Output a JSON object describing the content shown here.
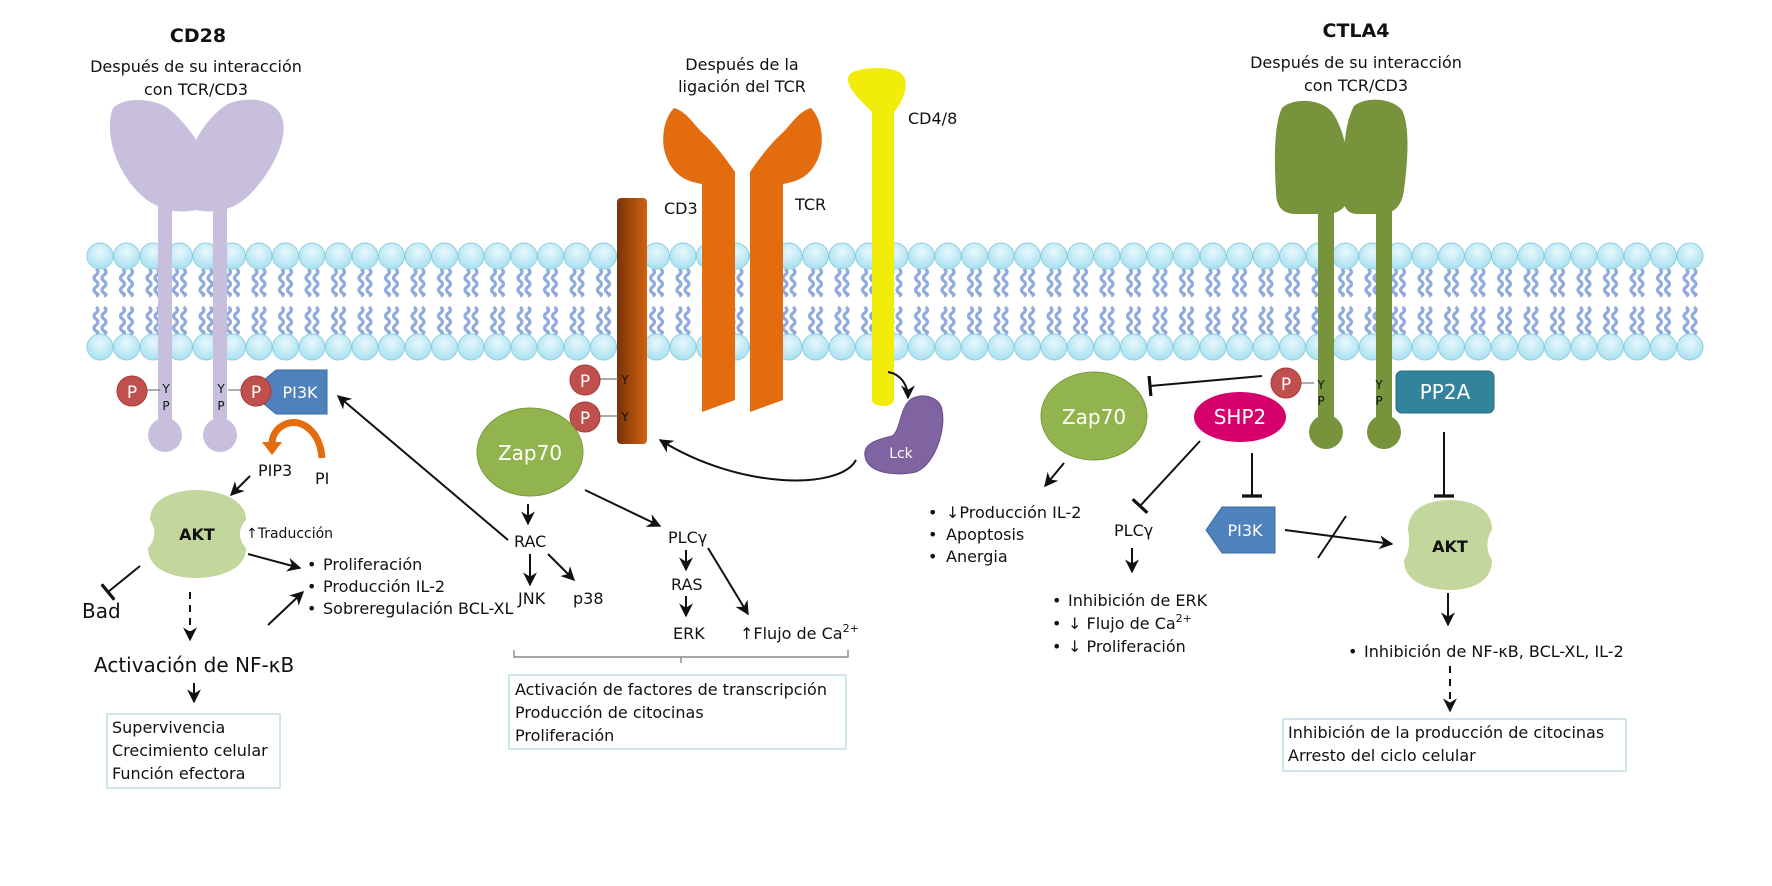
{
  "colors": {
    "cd28": "#c7bfdc",
    "tcr": "#e36c0f",
    "cd3": "#a9450d",
    "cd48": "#f2ec0a",
    "ctla4": "#77933c",
    "zap70": "#92b44f",
    "akt": "#c3d69b",
    "phospho": "#c0504d",
    "pi3k": "#4f81bd",
    "lck": "#8064a2",
    "shp2": "#d6006c",
    "pp2a": "#31849b",
    "membrane_head": "#bfeaf6",
    "membrane_tail": "#8faadc",
    "box_border": "#b9d7dc"
  },
  "cd28": {
    "title": "CD28",
    "subtitle_line1": "Después de su interacción",
    "subtitle_line2": "con TCR/CD3",
    "p_label": "P",
    "y_label": "Y",
    "yp_label": "P",
    "pi3k": "PI3K",
    "pip3": "PIP3",
    "pi": "PI",
    "akt": "AKT",
    "traduccion": "↑Traducción",
    "bad": "Bad",
    "effects": [
      "Proliferación",
      "Producción IL-2",
      "Sobreregulación BCL-XL"
    ],
    "nfkb": "Activación de NF-κB",
    "outcomes": [
      "Supervivencia",
      "Crecimiento celular",
      "Función efectora"
    ]
  },
  "tcr": {
    "subtitle_line1": "Después de la",
    "subtitle_line2": "ligación del TCR",
    "cd3": "CD3",
    "tcr": "TCR",
    "cd48": "CD4/8",
    "lck": "Lck",
    "zap70": "Zap70",
    "p_label": "P",
    "y_label": "Y",
    "rac": "RAC",
    "jnk": "JNK",
    "p38": "p38",
    "plcg": "PLCγ",
    "ras": "RAS",
    "erk": "ERK",
    "ca_flux_prefix": "↑Flujo de Ca",
    "ca_sup": "2+",
    "outcomes": [
      "Activación de factores de transcripción",
      "Producción de citocinas",
      "Proliferación"
    ]
  },
  "ctla4": {
    "title": "CTLA4",
    "subtitle_line1": "Después de su interacción",
    "subtitle_line2": "con TCR/CD3",
    "p_label": "P",
    "y_label": "Y",
    "yp_label": "P",
    "zap70": "Zap70",
    "shp2": "SHP2",
    "pp2a": "PP2A",
    "pi3k": "PI3K",
    "akt": "AKT",
    "plcg": "PLCγ",
    "zap_effects": [
      "↓Producción IL-2",
      "Apoptosis",
      "Anergia"
    ],
    "plc_effects": [
      "Inhibición de ERK",
      "↓ Flujo de Ca",
      "↓ Proliferación"
    ],
    "plc_effect_sup": "2+",
    "akt_effect": "Inhibición de NF-κB, BCL-XL, IL-2",
    "outcomes": [
      "Inhibición de la producción de citocinas",
      "Arresto del ciclo celular"
    ]
  },
  "bullet": "•"
}
